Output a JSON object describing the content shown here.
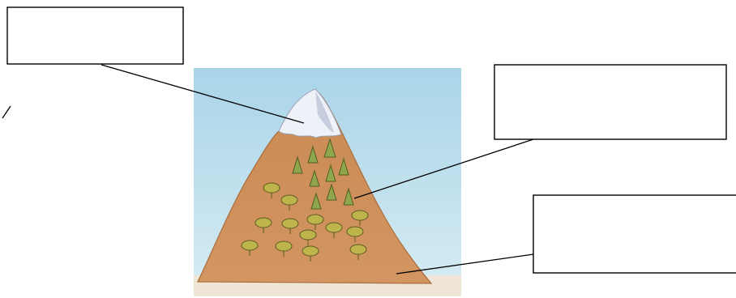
{
  "diagram": {
    "labels": [
      {
        "id": "top",
        "text": ""
      },
      {
        "id": "middle",
        "text": ""
      },
      {
        "id": "bottom",
        "text": ""
      }
    ],
    "colors": {
      "sky": "#b9dcea",
      "mountain": "#c98b55",
      "snow": "#eef2f8",
      "tree_conifer": "#8aa04a",
      "tree_round": "#b8b24a",
      "leader_line": "#000000"
    }
  }
}
